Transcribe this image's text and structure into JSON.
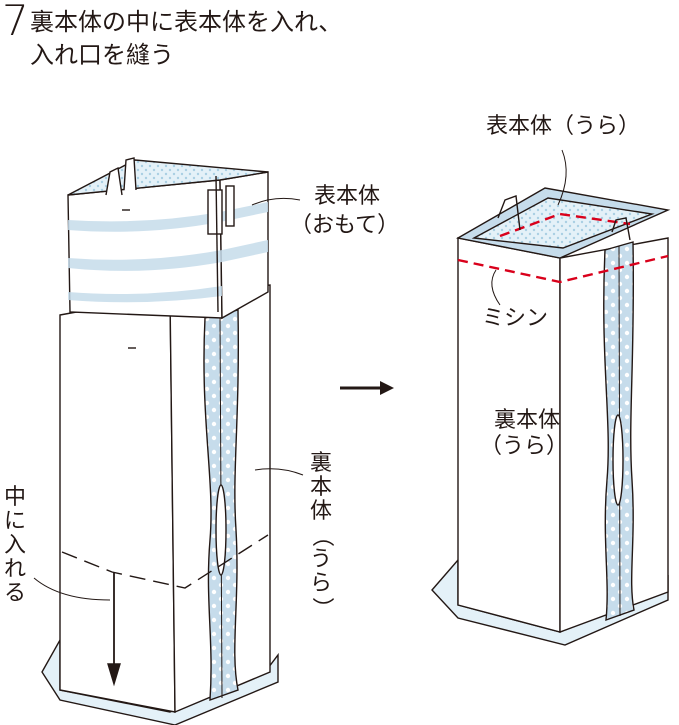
{
  "step": {
    "number": "7",
    "line1": "裏本体の中に表本体を入れ、",
    "line2": "入れ口を縫う"
  },
  "left": {
    "outer_face_label_line1": "表本体",
    "outer_face_label_line2": "（おもて）",
    "lining_reverse_label_chars": [
      "裏",
      "本",
      "体",
      "（",
      "う",
      "ら",
      "）"
    ],
    "insert_label_chars": [
      "中",
      "に",
      "入",
      "れ",
      "る"
    ]
  },
  "arrow": "→",
  "right": {
    "outer_reverse_label": "表本体（うら）",
    "sewing_label": "ミシン",
    "lining_label_line1": "裏本体",
    "lining_label_line2": "（うら）"
  },
  "colors": {
    "outline": "#231815",
    "fabric_stripe": "#c6dceb",
    "fabric_dots": "#a9cfe3",
    "fabric_light": "#e4f1f8",
    "stitch_line": "#d9001b"
  }
}
